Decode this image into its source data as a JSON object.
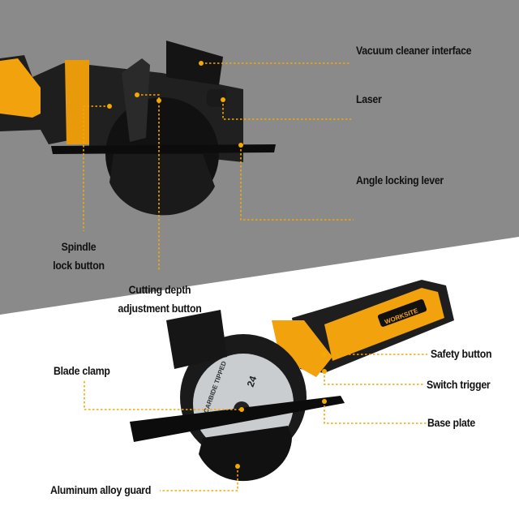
{
  "colors": {
    "background_top": "#8a8a8a",
    "background_bottom": "#ffffff",
    "leader": "#f5a800",
    "tool_body": "#1c1c1c",
    "tool_accent": "#f2a20c",
    "blade": "#c9cdd0"
  },
  "top_view": {
    "labels": {
      "vacuum": "Vacuum cleaner interface",
      "laser": "Laser",
      "angle": "Angle locking lever",
      "spindle_1": "Spindle",
      "spindle_2": "lock button",
      "depth_1": "Cutting depth",
      "depth_2": "adjustment button"
    }
  },
  "bottom_view": {
    "brand": "WORKSITE",
    "blade_text": "CARBIDE TIPPED",
    "blade_teeth": "24",
    "labels": {
      "safety": "Safety button",
      "trigger": "Switch trigger",
      "base": "Base plate",
      "clamp": "Blade clamp",
      "guard": "Aluminum alloy guard"
    }
  }
}
